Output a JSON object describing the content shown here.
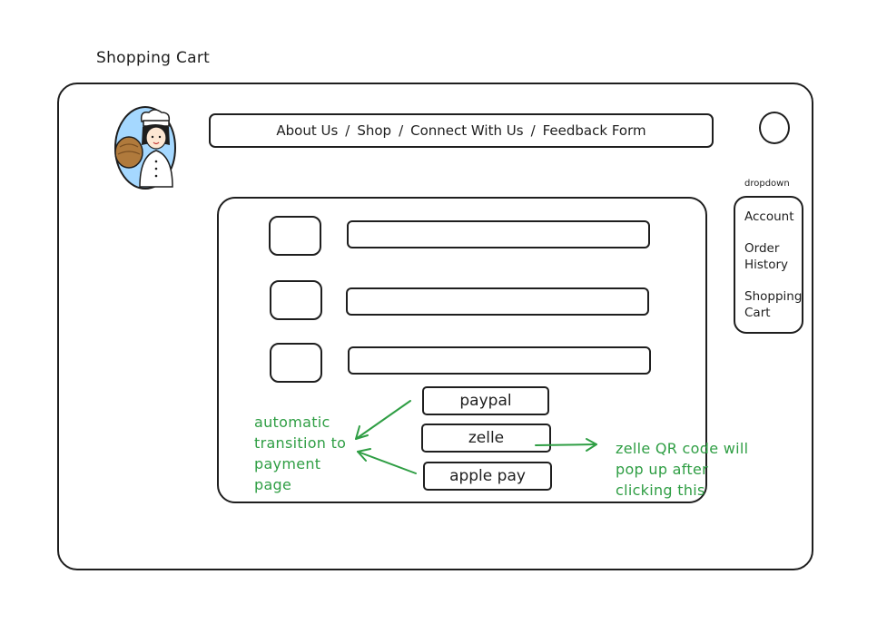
{
  "page_title": "Shopping Cart",
  "nav": {
    "items": [
      "About Us",
      "Shop",
      "Connect With Us",
      "Feedback Form"
    ],
    "separator": "/"
  },
  "dropdown": {
    "caption": "dropdown",
    "items": [
      "Account",
      "Order History",
      "Shopping Cart"
    ]
  },
  "payment": {
    "options": [
      "paypal",
      "zelle",
      "apple pay"
    ]
  },
  "annotations": {
    "left_note": "automatic transition to payment page",
    "right_note": "zelle QR code will pop up after clicking this"
  },
  "colors": {
    "ink": "#1e1e1e",
    "annotation": "#2f9e44",
    "logo_oval": "#a5d8ff"
  },
  "icons": {
    "logo": "baker-chef-logo",
    "profile": "profile-avatar-icon"
  }
}
